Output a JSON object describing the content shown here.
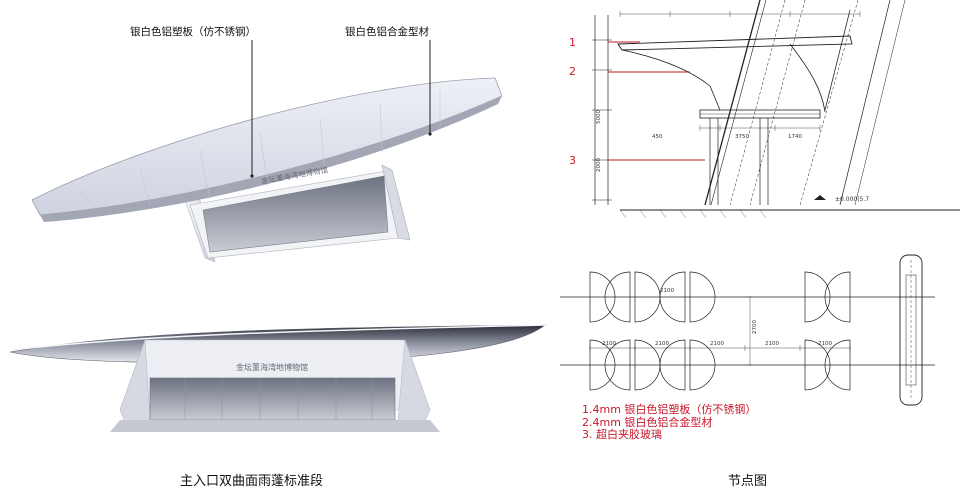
{
  "render": {
    "callout_1": "银白色铝塑板（仿不锈钢）",
    "callout_2": "银白色铝合金型材",
    "sign_text_top": "金坛董海湾地博物馆",
    "sign_text_bottom": "金坛董海湾地博物馆",
    "caption": "主入口双曲面雨蓬标准段"
  },
  "detail": {
    "caption": "节点图",
    "node_numbers": [
      "1",
      "2",
      "3"
    ],
    "legend": [
      "1.4mm 银白色铝塑板（仿不锈钢）",
      "2.4mm 银白色铝合金型材",
      "3. 超白夹胶玻璃"
    ],
    "level_mark": "±0.000(5.7",
    "dims_section": [
      "450",
      "3750",
      "1740",
      "5000",
      "2000"
    ],
    "dims_plan": [
      "2100",
      "2100",
      "2100",
      "2100",
      "2100",
      "2100",
      "2700"
    ]
  },
  "colors": {
    "accent_red": "#c8182a",
    "panel_silver": "#dfe1ea",
    "line_dark": "#222222"
  }
}
